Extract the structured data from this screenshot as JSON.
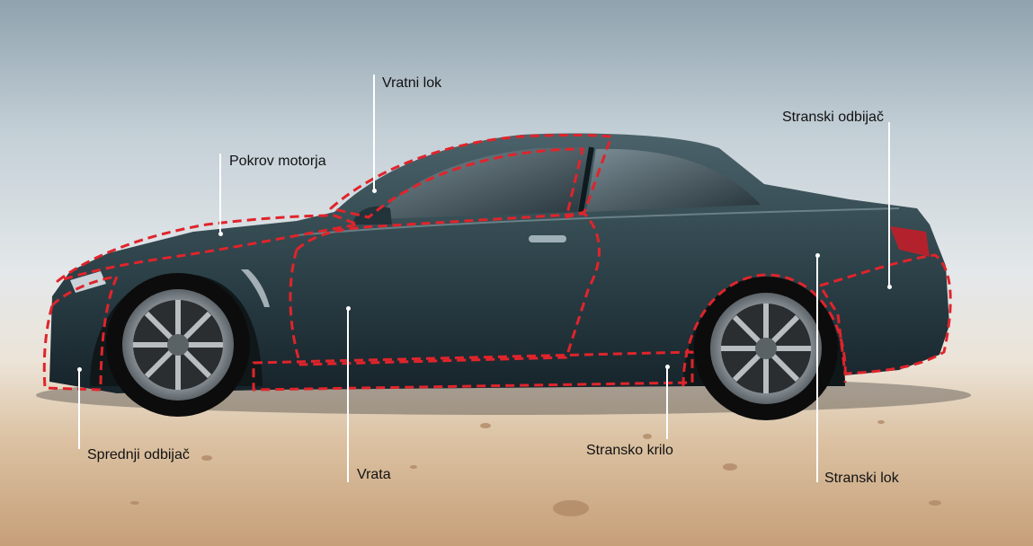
{
  "labels": {
    "door_arch": "Vratni lok",
    "hood": "Pokrov motorja",
    "rear_bumper": "Stranski odbijač",
    "front_bumper": "Sprednji odbijač",
    "door": "Vrata",
    "side_skirt": "Stransko krilo",
    "rear_arch": "Stranski lok"
  },
  "colors": {
    "outline": "#e0242b",
    "car_body": "#2d4249",
    "leader_line": "#ffffff",
    "label_text": "#111111"
  }
}
